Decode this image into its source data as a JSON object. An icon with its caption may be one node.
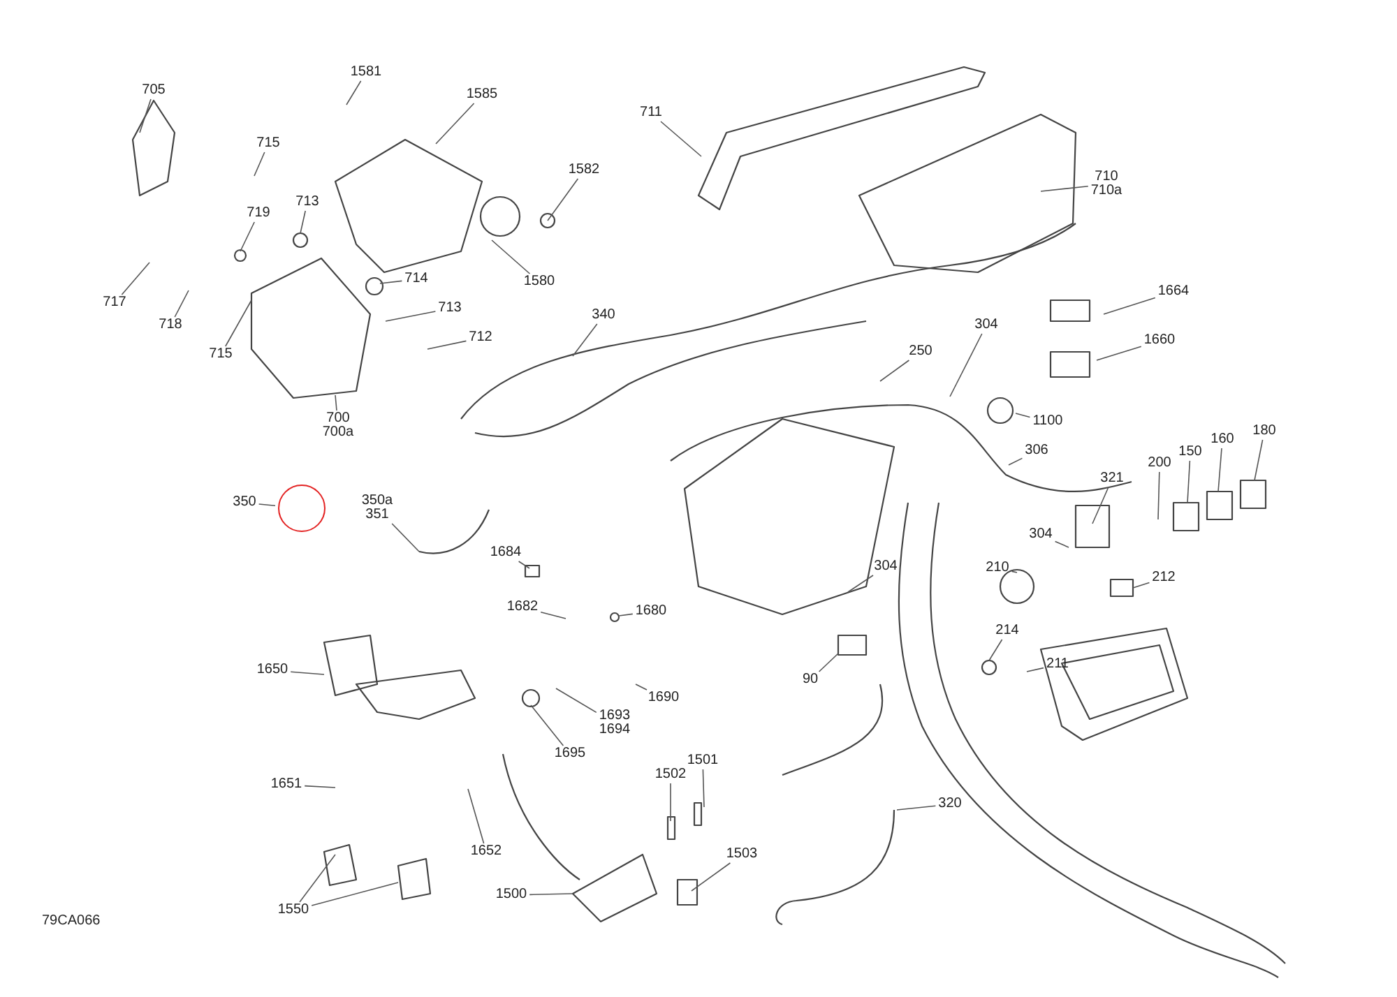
{
  "diagram": {
    "nodes": [
      {
        "text": [
          "705"
        ]
      },
      {
        "text": [
          "1581"
        ]
      },
      {
        "text": [
          "1585"
        ]
      },
      {
        "text": [
          "711"
        ]
      },
      {
        "text": [
          "715"
        ]
      },
      {
        "text": [
          "1582"
        ]
      },
      {
        "text": [
          "710",
          "710a"
        ]
      },
      {
        "text": [
          "713"
        ]
      },
      {
        "text": [
          "719"
        ]
      },
      {
        "text": [
          "1580"
        ]
      },
      {
        "text": [
          "714"
        ]
      },
      {
        "text": [
          "1664"
        ]
      },
      {
        "text": [
          "717"
        ]
      },
      {
        "text": [
          "713"
        ]
      },
      {
        "text": [
          "340"
        ]
      },
      {
        "text": [
          "304"
        ]
      },
      {
        "text": [
          "718"
        ]
      },
      {
        "text": [
          "712"
        ]
      },
      {
        "text": [
          "1660"
        ]
      },
      {
        "text": [
          "250"
        ]
      },
      {
        "text": [
          "715"
        ]
      },
      {
        "text": [
          "700",
          "700a"
        ]
      },
      {
        "text": [
          "1100"
        ]
      },
      {
        "text": [
          "180"
        ]
      },
      {
        "text": [
          "150"
        ]
      },
      {
        "text": [
          "160"
        ]
      },
      {
        "text": [
          "306"
        ]
      },
      {
        "text": [
          "200"
        ]
      },
      {
        "text": [
          "321"
        ]
      },
      {
        "text": [
          "350"
        ]
      },
      {
        "text": [
          "350a",
          "351"
        ]
      },
      {
        "text": [
          "304"
        ]
      },
      {
        "text": [
          "1684"
        ]
      },
      {
        "text": [
          "304"
        ]
      },
      {
        "text": [
          "210"
        ]
      },
      {
        "text": [
          "212"
        ]
      },
      {
        "text": [
          "1682"
        ]
      },
      {
        "text": [
          "1680"
        ]
      },
      {
        "text": [
          "214"
        ]
      },
      {
        "text": [
          "211"
        ]
      },
      {
        "text": [
          "1650"
        ]
      },
      {
        "text": [
          "90"
        ]
      },
      {
        "text": [
          "1690"
        ]
      },
      {
        "text": [
          "1693",
          "1694"
        ]
      },
      {
        "text": [
          "1695"
        ]
      },
      {
        "text": [
          "1502"
        ]
      },
      {
        "text": [
          "1501"
        ]
      },
      {
        "text": [
          "1651"
        ]
      },
      {
        "text": [
          "320"
        ]
      },
      {
        "text": [
          "1652"
        ]
      },
      {
        "text": [
          "1503"
        ]
      },
      {
        "text": [
          "1500"
        ]
      },
      {
        "text": [
          "1550"
        ]
      },
      {
        "text": [],
        "shape": "circle"
      }
    ],
    "edges": [
      {
        "from": 0,
        "to": null,
        "arrow": "none"
      },
      {
        "from": 1,
        "to": null,
        "arrow": "none"
      },
      {
        "from": 2,
        "to": null,
        "arrow": "none"
      },
      {
        "from": 3,
        "to": null,
        "arrow": "none"
      },
      {
        "from": 4,
        "to": null,
        "arrow": "none"
      },
      {
        "from": 5,
        "to": null,
        "arrow": "none"
      },
      {
        "from": 6,
        "to": null,
        "arrow": "none"
      },
      {
        "from": 7,
        "to": null,
        "arrow": "none"
      },
      {
        "from": 8,
        "to": null,
        "arrow": "none"
      },
      {
        "from": 9,
        "to": null,
        "arrow": "none"
      },
      {
        "from": 10,
        "to": null,
        "arrow": "none"
      },
      {
        "from": 11,
        "to": null,
        "arrow": "none"
      },
      {
        "from": 12,
        "to": null,
        "arrow": "none"
      },
      {
        "from": 13,
        "to": null,
        "arrow": "none"
      },
      {
        "from": 14,
        "to": null,
        "arrow": "none"
      },
      {
        "from": 15,
        "to": null,
        "arrow": "none"
      },
      {
        "from": 16,
        "to": null,
        "arrow": "none"
      },
      {
        "from": 17,
        "to": null,
        "arrow": "none"
      },
      {
        "from": 18,
        "to": null,
        "arrow": "none"
      },
      {
        "from": 19,
        "to": null,
        "arrow": "none"
      },
      {
        "from": 20,
        "to": null,
        "arrow": "none"
      },
      {
        "from": 21,
        "to": null,
        "arrow": "none"
      },
      {
        "from": 22,
        "to": null,
        "arrow": "none"
      },
      {
        "from": 23,
        "to": null,
        "arrow": "none"
      },
      {
        "from": 24,
        "to": null,
        "arrow": "none"
      },
      {
        "from": 25,
        "to": null,
        "arrow": "none"
      },
      {
        "from": 26,
        "to": null,
        "arrow": "none"
      },
      {
        "from": 27,
        "to": null,
        "arrow": "none"
      },
      {
        "from": 28,
        "to": null,
        "arrow": "none"
      },
      {
        "from": 29,
        "to": 53,
        "arrow": "none"
      },
      {
        "from": 30,
        "to": null,
        "arrow": "none"
      },
      {
        "from": 31,
        "to": null,
        "arrow": "none"
      },
      {
        "from": 32,
        "to": null,
        "arrow": "none"
      },
      {
        "from": 33,
        "to": null,
        "arrow": "none"
      },
      {
        "from": 34,
        "to": null,
        "arrow": "none"
      },
      {
        "from": 35,
        "to": null,
        "arrow": "none"
      },
      {
        "from": 36,
        "to": null,
        "arrow": "none"
      },
      {
        "from": 37,
        "to": null,
        "arrow": "none"
      },
      {
        "from": 38,
        "to": null,
        "arrow": "none"
      },
      {
        "from": 39,
        "to": null,
        "arrow": "none"
      },
      {
        "from": 40,
        "to": null,
        "arrow": "none"
      },
      {
        "from": 41,
        "to": null,
        "arrow": "none"
      },
      {
        "from": 42,
        "to": null,
        "arrow": "none"
      },
      {
        "from": 43,
        "to": null,
        "arrow": "none"
      },
      {
        "from": 44,
        "to": null,
        "arrow": "none"
      },
      {
        "from": 45,
        "to": null,
        "arrow": "none"
      },
      {
        "from": 46,
        "to": null,
        "arrow": "none"
      },
      {
        "from": 47,
        "to": null,
        "arrow": "none"
      },
      {
        "from": 48,
        "to": null,
        "arrow": "none"
      },
      {
        "from": 49,
        "to": null,
        "arrow": "none"
      },
      {
        "from": 50,
        "to": null,
        "arrow": "none"
      },
      {
        "from": 51,
        "to": null,
        "arrow": "none"
      },
      {
        "from": 52,
        "to": null,
        "arrow": "none"
      },
      {
        "from": 52,
        "to": null,
        "arrow": "none"
      }
    ],
    "labels": [
      "79CA066"
    ]
  }
}
